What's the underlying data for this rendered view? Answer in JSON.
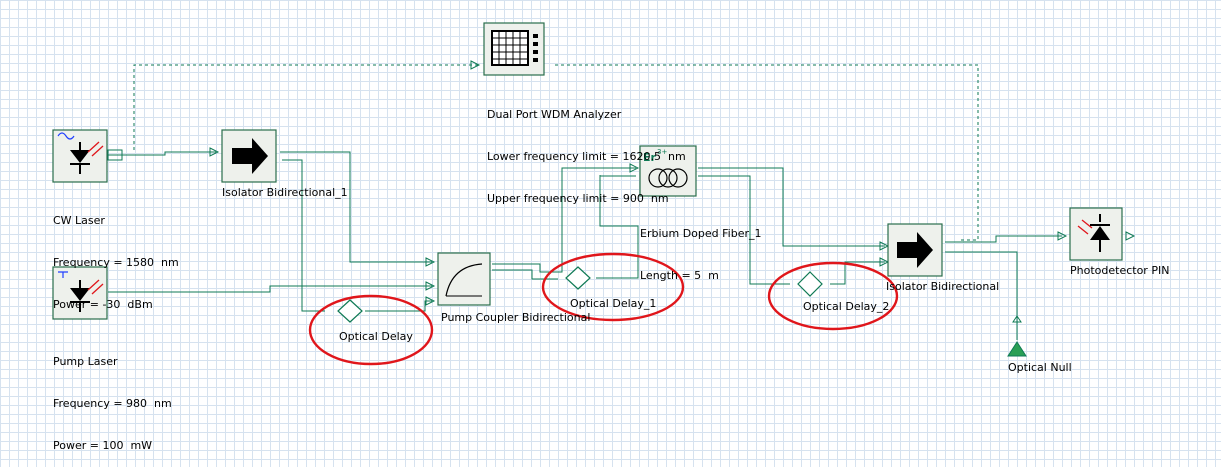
{
  "components": {
    "cw_laser": {
      "name": "CW Laser",
      "params": [
        "Frequency = 1580  nm",
        "Power = -30  dBm"
      ]
    },
    "pump_laser": {
      "name": "Pump Laser",
      "params": [
        "Frequency = 980  nm",
        "Power = 100  mW"
      ]
    },
    "isolator_1": {
      "name": "Isolator Bidirectional_1"
    },
    "isolator_2": {
      "name": "Isolator Bidirectional"
    },
    "pump_coupler": {
      "name": "Pump Coupler Bidirectional"
    },
    "edf": {
      "name": "Erbium Doped Fiber_1",
      "params": [
        "Length = 5  m"
      ],
      "icon_text": "Er",
      "icon_sup": "3+"
    },
    "analyzer": {
      "name": "Dual Port WDM Analyzer",
      "params": [
        "Lower frequency limit = 1620.5  nm",
        "Upper frequency limit = 900  nm"
      ]
    },
    "delay_0": {
      "name": "Optical Delay"
    },
    "delay_1": {
      "name": "Optical Delay_1"
    },
    "delay_2": {
      "name": "Optical Delay_2"
    },
    "photodetector": {
      "name": "Photodetector PIN"
    },
    "optical_null": {
      "name": "Optical Null"
    }
  },
  "colors": {
    "grid": "#d6e2ef",
    "wire": "#0f7a55",
    "highlight": "#e0161b",
    "block_fill": "#eef1ec",
    "block_border": "#2a6e4c"
  }
}
